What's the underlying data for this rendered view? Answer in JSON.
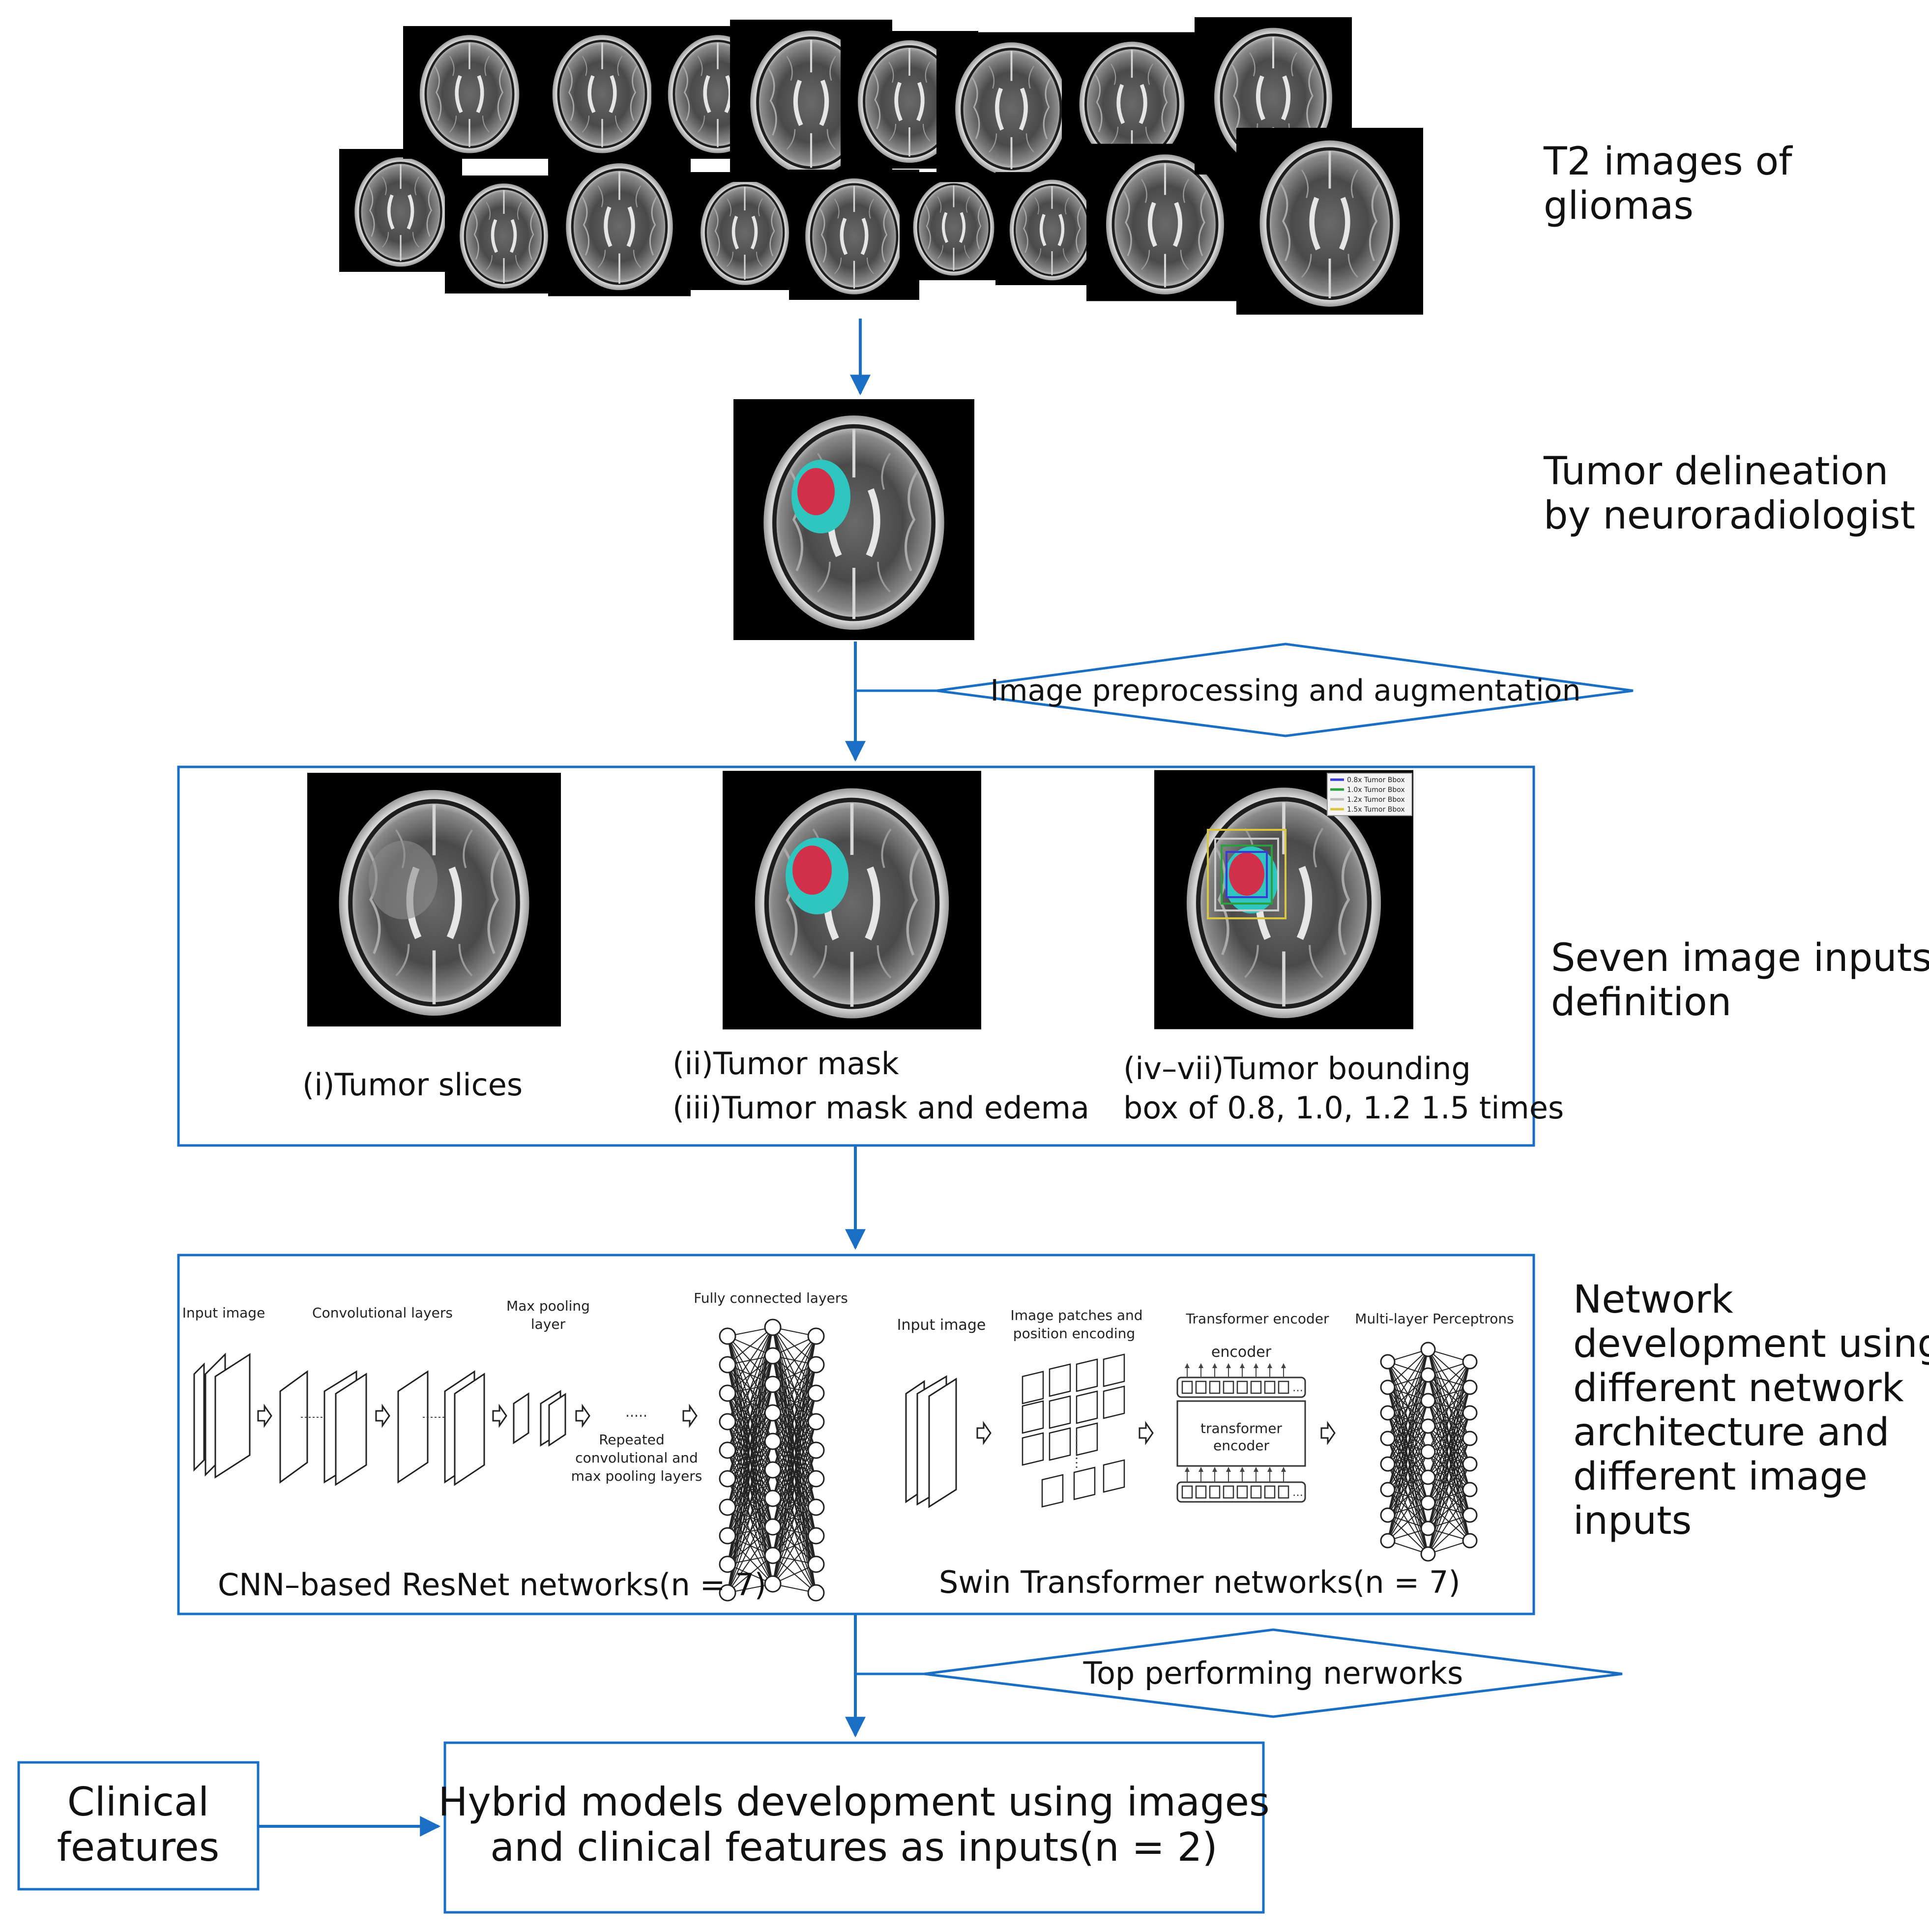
{
  "accent_color": "#1a6fc4",
  "tumor_color": "#d0304a",
  "edema_color": "#2fc6c0",
  "steps": {
    "t2": {
      "line1": "T2 images of",
      "line2": "gliomas"
    },
    "delineation": {
      "line1": "Tumor delineation",
      "line2": "by neuroradiologist"
    },
    "seven_inputs": {
      "line1": "Seven image inputs",
      "line2": "definition"
    },
    "network": {
      "lines": [
        "Network",
        "development using",
        "different network",
        "architecture and",
        "different image",
        "inputs"
      ]
    }
  },
  "decisions": {
    "preprocessing": "Image preprocessing and augmentation",
    "top_networks": "Top performing nerworks"
  },
  "inputs_panel": {
    "slices": "(i)Tumor slices",
    "mask_1": "(ii)Tumor mask",
    "mask_2": "(iii)Tumor mask and edema",
    "bbox_1": "(iv–vii)Tumor bounding",
    "bbox_2": "box of 0.8, 1.0, 1.2 1.5 times",
    "bbox_legend": [
      "0.8x Tumor Bbox",
      "1.0x Tumor Bbox",
      "1.2x Tumor Bbox",
      "1.5x Tumor Bbox"
    ]
  },
  "network_panel": {
    "cnn": {
      "input_image": "Input image",
      "conv_layers": "Convolutional layers",
      "max_pool_1": "Max pooling",
      "max_pool_2": "layer",
      "fc_layers": "Fully connected layers",
      "repeated_1": "Repeated",
      "repeated_2": "convolutional  and",
      "repeated_3": "max pooling layers",
      "caption": "CNN–based ResNet networks(n = 7)"
    },
    "swin": {
      "input_image": "Input image",
      "patches_1": "Image patches and",
      "patches_2": "position encoding",
      "transformer_encoder": "Transformer encoder",
      "encoder": "encoder",
      "block_1": "transformer",
      "block_2": "encoder",
      "mlp": "Multi-layer Perceptrons",
      "caption": "Swin Transformer networks(n = 7)"
    }
  },
  "clinical": {
    "line1": "Clinical",
    "line2": "features"
  },
  "hybrid": {
    "line1": "Hybrid models development using images",
    "line2": "and clinical features as inputs(n = 2)"
  }
}
